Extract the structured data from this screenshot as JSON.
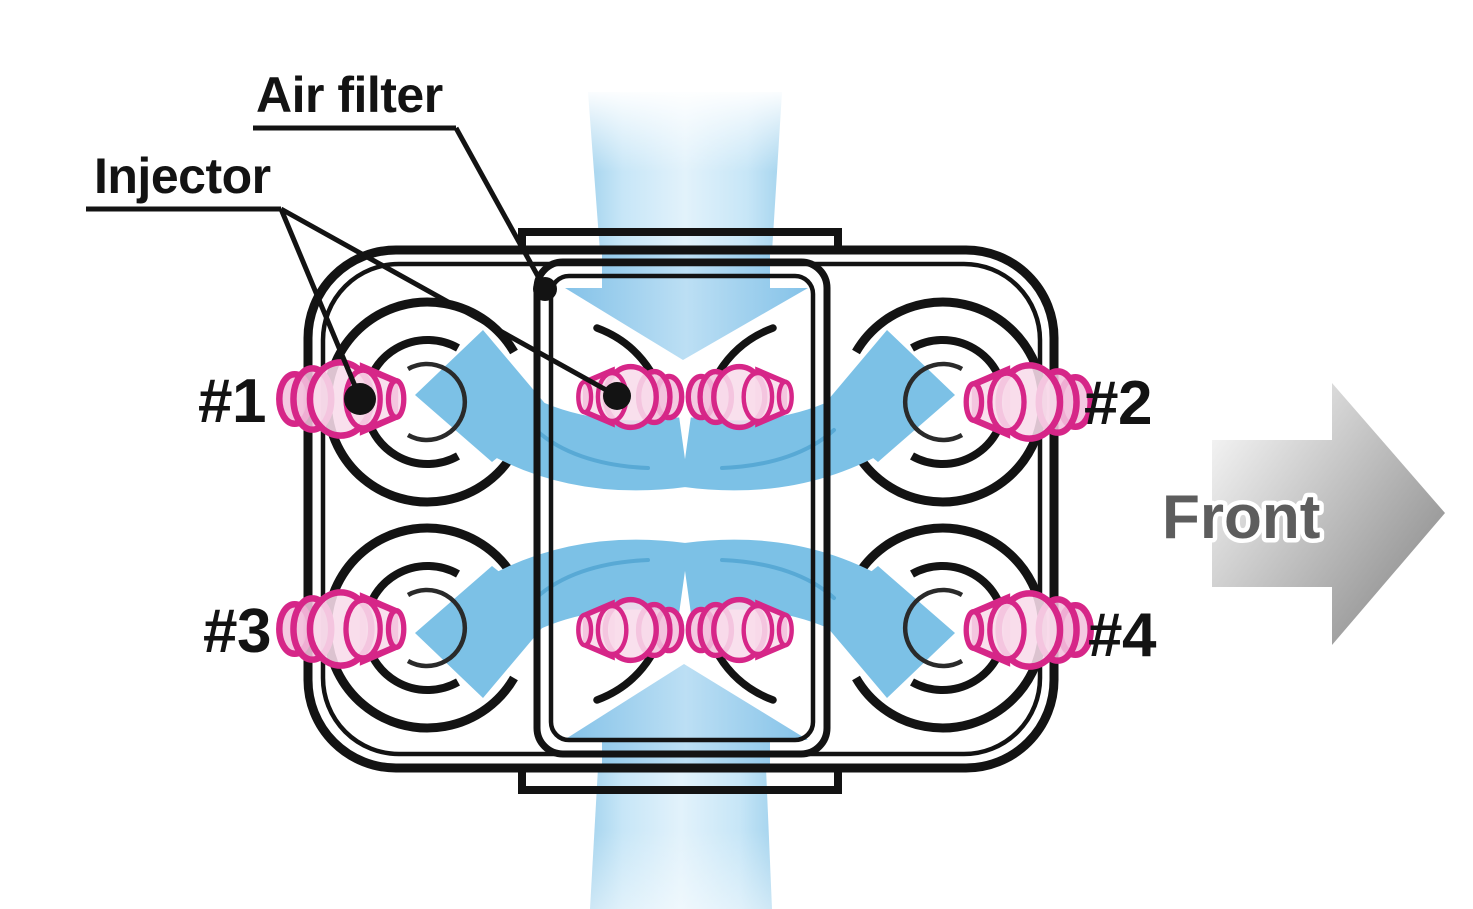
{
  "diagram": {
    "labels": {
      "air_filter": "Air filter",
      "injector": "Injector",
      "front": "Front"
    },
    "cylinders": [
      {
        "label": "#1"
      },
      {
        "label": "#2"
      },
      {
        "label": "#3"
      },
      {
        "label": "#4"
      }
    ],
    "icons": {
      "airflow_down": "airflow-arrow-down-icon",
      "airflow_up": "airflow-arrow-up-icon",
      "swirl_arrows": "swirl-flow-arrow-icon",
      "front_arrow": "front-direction-arrow-icon"
    },
    "colors": {
      "outline": "#131313",
      "injector_outline": "#d62688",
      "injector_fill": "#f8dceb",
      "airflow_blue": "#7cc1e6",
      "beam_blue": "#c7e6f7",
      "front_arrow_gray_light": "#f2f2f2",
      "front_arrow_gray_dark": "#8e8e8e",
      "front_text_gray": "#5d5d5d"
    }
  }
}
